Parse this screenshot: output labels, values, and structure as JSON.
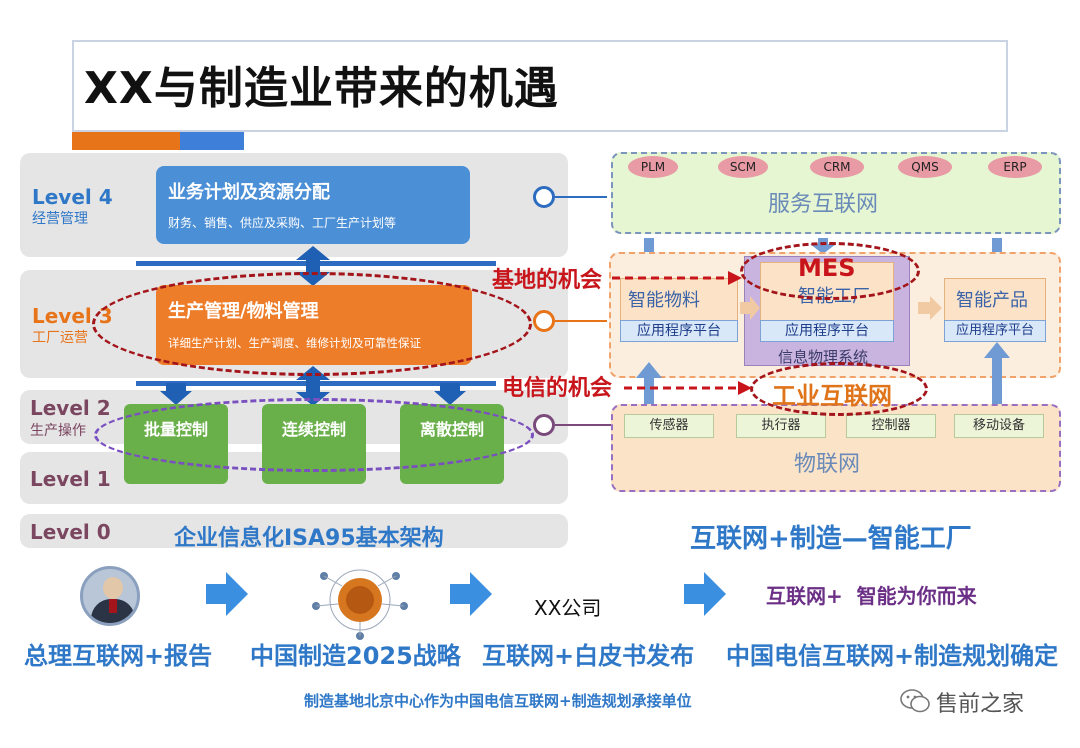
{
  "title": "XX与制造业带来的机遇",
  "levels": [
    {
      "label": "Level 4",
      "sub": "经营管理"
    },
    {
      "label": "Level 3",
      "sub": "工厂运营"
    },
    {
      "label": "Level 2",
      "sub": "生产操作"
    },
    {
      "label": "Level 1",
      "sub": ""
    },
    {
      "label": "Level 0",
      "sub": ""
    }
  ],
  "level4_box": {
    "title": "业务计划及资源分配",
    "desc": "财务、销售、供应及采购、工厂生产计划等"
  },
  "level3_box": {
    "title": "生产管理/物料管理",
    "desc": "详细生产计划、生产调度、维修计划及可靠性保证"
  },
  "control_boxes": [
    "批量控制",
    "连续控制",
    "离散控制"
  ],
  "left_caption": "企业信息化ISA95基本架构",
  "right": {
    "service_pills": [
      "PLM",
      "SCM",
      "CRM",
      "QMS",
      "ERP"
    ],
    "service_label": "服务互联网",
    "mes_label": "MES",
    "smart_material": "智能物料",
    "smart_factory": "智能工厂",
    "smart_product": "智能产品",
    "app_platform": "应用程序平台",
    "cps_label": "信息物理系统",
    "iiot_label": "工业互联网",
    "iot_tabs": [
      "传感器",
      "执行器",
      "控制器",
      "移动设备"
    ],
    "iot_label": "物联网",
    "caption": "互联网+制造—智能工厂"
  },
  "opportunities": {
    "base": "基地的机会",
    "telecom": "电信的机会"
  },
  "timeline": {
    "step1": "总理互联网+报告",
    "step2": "中国制造2025战略",
    "step3_company": "XX公司",
    "step3": "互联网+白皮书发布",
    "step4_slogan": "互联网+  智能为你而来",
    "step4": "中国电信互联网+制造规划确定"
  },
  "footer": "制造基地北京中心作为中国电信互联网+制造规划承接单位",
  "watermark": "售前之家",
  "colors": {
    "accent_orange": "#e8741a",
    "accent_blue": "#3d7fd9",
    "level_blue": "#2f78c8",
    "opportunity_red": "#c8151b",
    "control_green": "#6ab04a"
  }
}
